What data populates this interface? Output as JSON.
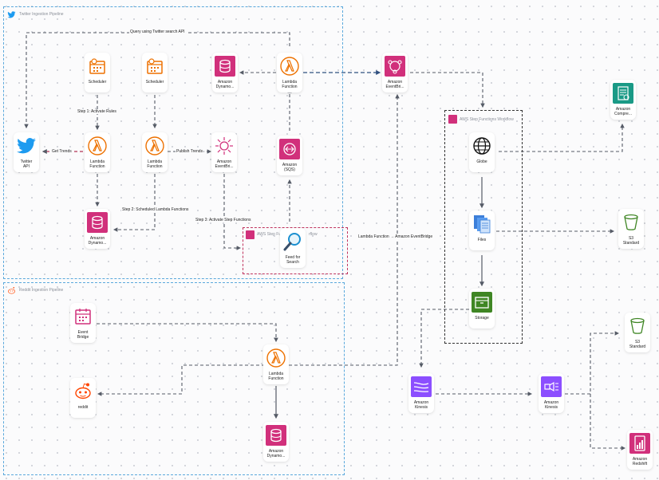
{
  "groups": {
    "twitter": "Twitter Ingestion Pipeline",
    "reddit": "Reddit Ingestion Pipeline",
    "step_functions": "AWS Step Functions Workflow",
    "step_functions_small": "AWS Step Fu",
    "step_functions_small_suffix": "rflow"
  },
  "nodes": {
    "scheduler1": [
      "Scheduler"
    ],
    "scheduler2": [
      "Scheduler"
    ],
    "dynamo_top": [
      "Amazon",
      "Dynamo..."
    ],
    "lambda_top": [
      "Lambda",
      "Function"
    ],
    "eventbridge_top": [
      "Amazon",
      "EventBri..."
    ],
    "twitter": [
      "Twitter",
      "API"
    ],
    "lambda1": [
      "Lambda",
      "Function"
    ],
    "lambda2": [
      "Lambda",
      "Function"
    ],
    "eventbridge_mid": [
      "Amazon",
      "EventBri..."
    ],
    "sqs": [
      "Amazon",
      "(SQS)"
    ],
    "dynamo_mid": [
      "Amazon",
      "Dynamo..."
    ],
    "feed_search": [
      "Feed for",
      "Search"
    ],
    "comprehend": [
      "Amazon",
      "Compre..."
    ],
    "globe": [
      "Globe"
    ],
    "files": [
      "Files"
    ],
    "storage": [
      "Storage"
    ],
    "s3_top": [
      "S3",
      "Standard"
    ],
    "s3_bottom": [
      "S3",
      "Standard"
    ],
    "event_bridge": [
      "Event",
      "Bridge"
    ],
    "lambda_reddit": [
      "Lambda",
      "Function"
    ],
    "reddit": [
      "reddit"
    ],
    "dynamo_bottom": [
      "Amazon",
      "Dynamo..."
    ],
    "kinesis1": [
      "Amazon",
      "Kinesis"
    ],
    "kinesis2": [
      "Amazon",
      "Kinesis"
    ],
    "redshift": [
      "Amazon",
      "Redshift"
    ]
  },
  "edge_labels": {
    "query": "Query using Twitter search API",
    "step1": "Step 1: Activate Rules",
    "get_trends": "Get Trends",
    "publish": "Publish Trends",
    "step2": "Step 2: Scheduled Lambda Functions",
    "step3": "Step 3: Activate Step Functions",
    "lambda_eb": "Lambda Function → Amazon EventBridge"
  },
  "colors": {
    "pink": "#d1307b",
    "purple": "#8c4fff",
    "orange": "#ed7100",
    "green": "#3f8624",
    "teal": "#1a9a86",
    "edge": "#555b66",
    "edge_blue": "#2f4f7f",
    "twitter_blue": "#1d9bf0",
    "reddit_orange": "#ff4500"
  }
}
